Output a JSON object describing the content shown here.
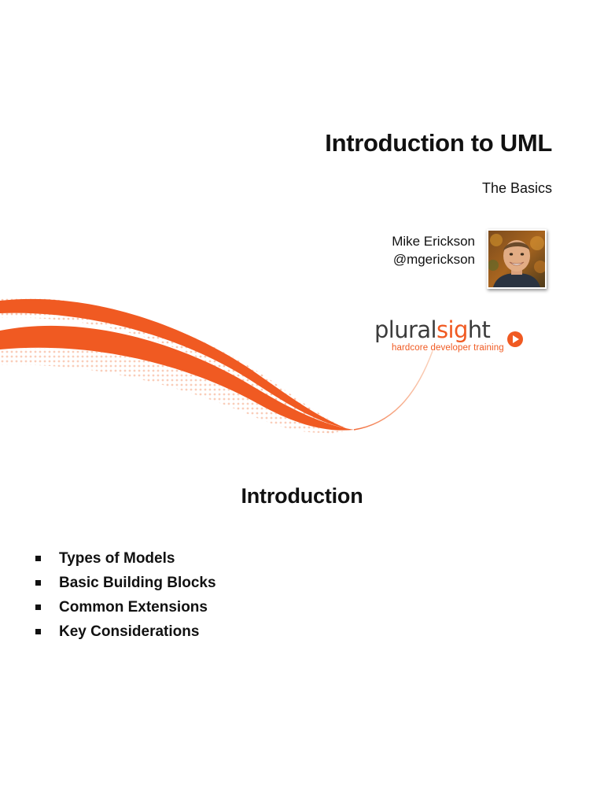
{
  "slides": [
    {
      "title": "Introduction to UML",
      "subtitle": "The Basics",
      "author": {
        "name": "Mike Erickson",
        "handle": "@mgerickson"
      },
      "logo": {
        "word_dark_1": "plural",
        "word_orange": "sig",
        "word_dark_2": "ht",
        "tagline": "hardcore developer training"
      },
      "colors": {
        "brand_orange": "#f05a22",
        "logo_dark": "#3c3c3c"
      }
    },
    {
      "title": "Introduction",
      "bullets": [
        "Types of Models",
        "Basic Building Blocks",
        "Common Extensions",
        "Key Considerations"
      ]
    }
  ]
}
